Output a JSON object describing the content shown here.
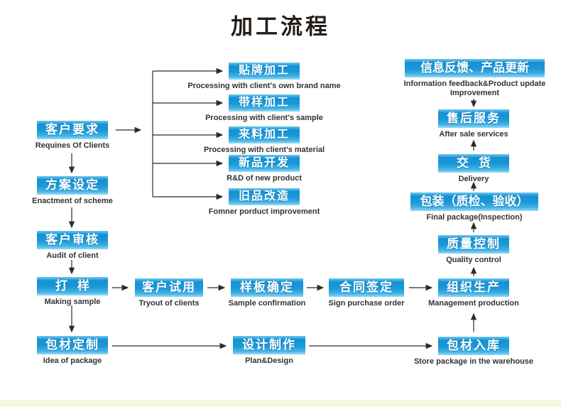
{
  "page": {
    "title": "加工流程",
    "background_color": "#ffffff",
    "footer_bar_color": "#f5f8e2"
  },
  "colors": {
    "box_blue_main": "#1c99d8",
    "box_blue_dark": "#1590d2",
    "box_blue_highlight": "#95daf6",
    "box_text": "#ffffff",
    "caption_text": "#333333",
    "title_text": "#241d18",
    "arrow": "#2b2b2b"
  },
  "nodes": {
    "customer_requirements": {
      "zh": "客户要求",
      "en": "Requines Of Clients"
    },
    "scheme_enactment": {
      "zh": "方案设定",
      "en": "Enactment of scheme"
    },
    "client_audit": {
      "zh": "客户审核",
      "en": "Audit of client"
    },
    "sampling": {
      "zh": "打样",
      "en": "Making sample"
    },
    "package_customization": {
      "zh": "包材定制",
      "en": "Idea of package"
    },
    "oem_processing": {
      "zh": "贴牌加工",
      "en": "Processing with client's own brand name"
    },
    "sample_processing": {
      "zh": "带样加工",
      "en": "Processing with client's sample"
    },
    "material_processing": {
      "zh": "来料加工",
      "en": "Processing with client's material"
    },
    "new_product_development": {
      "zh": "新品开发",
      "en": "R&D of new product"
    },
    "old_product_improvement": {
      "zh": "旧品改造",
      "en": "Fomner porduct improvement"
    },
    "client_tryout": {
      "zh": "客户试用",
      "en": "Tryout of clients"
    },
    "sample_confirmation": {
      "zh": "样板确定",
      "en": "Sample confirmation"
    },
    "contract_signing": {
      "zh": "合同签定",
      "en": "Sign purchase order"
    },
    "production_management": {
      "zh": "组织生产",
      "en": "Management production"
    },
    "design_production": {
      "zh": "设计制作",
      "en": "Plan&Design"
    },
    "package_warehousing": {
      "zh": "包材入库",
      "en": "Store package in the warehouse"
    },
    "quality_control": {
      "zh": "质量控制",
      "en": "Quality control"
    },
    "final_packaging": {
      "zh": "包装（质检、验收）",
      "en": "Final package(Inspection)"
    },
    "delivery": {
      "zh": "交货",
      "en": "Delivery"
    },
    "after_sale_service": {
      "zh": "售后服务",
      "en": "After sale services"
    },
    "feedback_update": {
      "zh": "信息反馈、产品更新",
      "en": "Information feedback&Product update",
      "en2": "Improvement"
    }
  }
}
